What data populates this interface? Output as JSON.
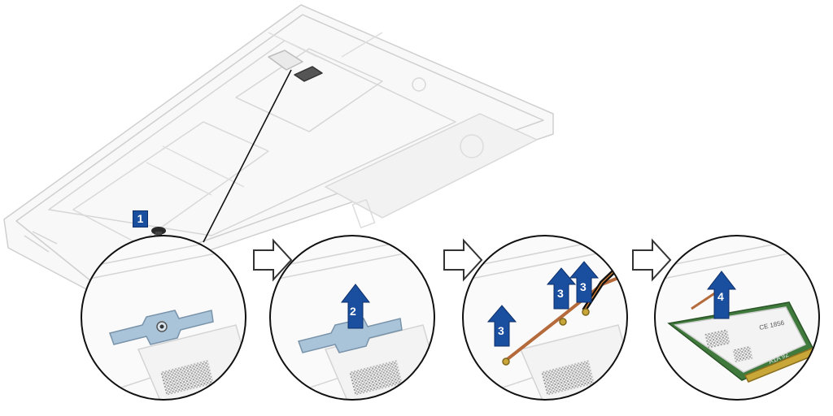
{
  "diagram": {
    "steps": [
      {
        "number": "1",
        "action": "remove screw"
      },
      {
        "number": "2",
        "action": "lift bracket"
      },
      {
        "number": "3",
        "action": "disconnect antenna cables"
      },
      {
        "number": "4",
        "action": "lift WLAN card"
      }
    ],
    "step_labels": {
      "s1": "1",
      "s2": "2",
      "s3a": "3",
      "s3b": "3",
      "s3c": "3",
      "s4": "4"
    },
    "card_markings": {
      "ce_mark": "CE 1856",
      "edge_code": "A1A 92"
    },
    "colors": {
      "step_arrow": "#1a4e9e",
      "flow_arrow_outline": "#333333",
      "board_line": "#cfcfcf",
      "card_pcb": "#3f7a3c",
      "gold_contacts": "#c8a637",
      "bracket": "#a9c4d8"
    },
    "icons": [
      "screw-icon",
      "flow-arrow-icon",
      "step-arrow-icon",
      "wlan-card-icon",
      "bracket-icon",
      "antenna-cable-icon"
    ]
  }
}
